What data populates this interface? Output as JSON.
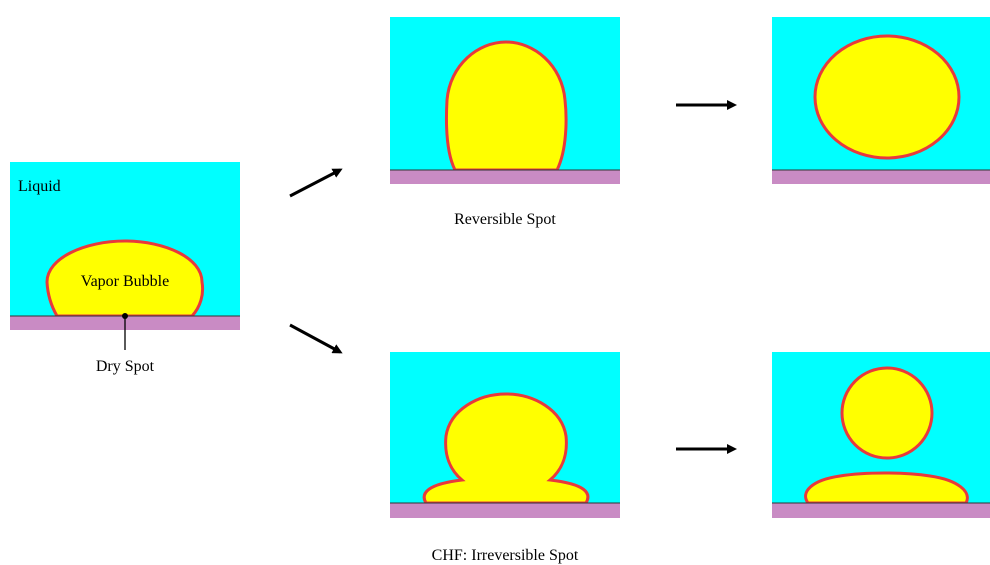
{
  "colors": {
    "liquid": "#00ffff",
    "vapor": "#ffff00",
    "interface": "#e8393c",
    "substrate": "#c98bc4",
    "arrow": "#000000"
  },
  "initial_panel": {
    "liquid_label": "Liquid",
    "bubble_label": "Vapor Bubble",
    "dry_spot_label": "Dry Spot"
  },
  "branches": {
    "reversible_caption": "Reversible Spot",
    "irreversible_caption": "CHF: Irreversible Spot"
  }
}
